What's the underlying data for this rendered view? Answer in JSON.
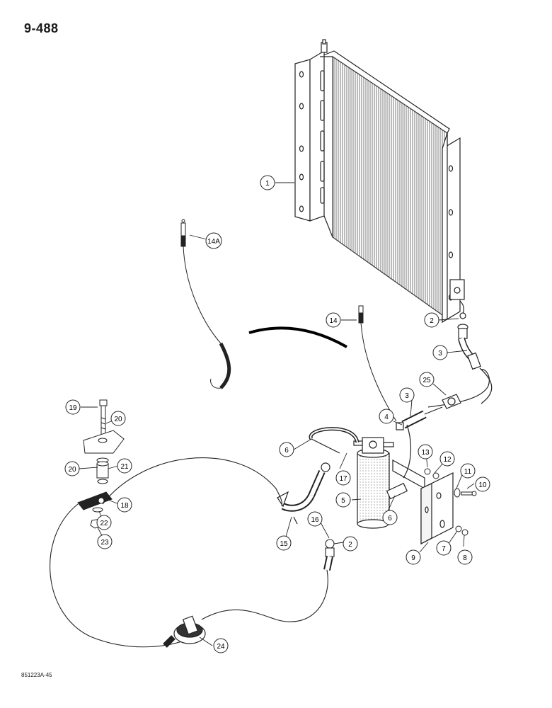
{
  "page": {
    "number": "9-488",
    "figure_code": "851223A-45"
  },
  "callouts": [
    {
      "id": "c1",
      "label": "1"
    },
    {
      "id": "c14a",
      "label": "14A"
    },
    {
      "id": "c14",
      "label": "14"
    },
    {
      "id": "c2a",
      "label": "2"
    },
    {
      "id": "c3a",
      "label": "3"
    },
    {
      "id": "c25",
      "label": "25"
    },
    {
      "id": "c3b",
      "label": "3"
    },
    {
      "id": "c4",
      "label": "4"
    },
    {
      "id": "c6a",
      "label": "6"
    },
    {
      "id": "c13",
      "label": "13"
    },
    {
      "id": "c12",
      "label": "12"
    },
    {
      "id": "c11",
      "label": "11"
    },
    {
      "id": "c10",
      "label": "10"
    },
    {
      "id": "c17",
      "label": "17"
    },
    {
      "id": "c5",
      "label": "5"
    },
    {
      "id": "c6b",
      "label": "6"
    },
    {
      "id": "c16",
      "label": "16"
    },
    {
      "id": "c2b",
      "label": "2"
    },
    {
      "id": "c15",
      "label": "15"
    },
    {
      "id": "c9",
      "label": "9"
    },
    {
      "id": "c7",
      "label": "7"
    },
    {
      "id": "c8",
      "label": "8"
    },
    {
      "id": "c19",
      "label": "19"
    },
    {
      "id": "c20a",
      "label": "20"
    },
    {
      "id": "c20b",
      "label": "20"
    },
    {
      "id": "c21",
      "label": "21"
    },
    {
      "id": "c18",
      "label": "18"
    },
    {
      "id": "c22",
      "label": "22"
    },
    {
      "id": "c23",
      "label": "23"
    },
    {
      "id": "c24",
      "label": "24"
    }
  ]
}
